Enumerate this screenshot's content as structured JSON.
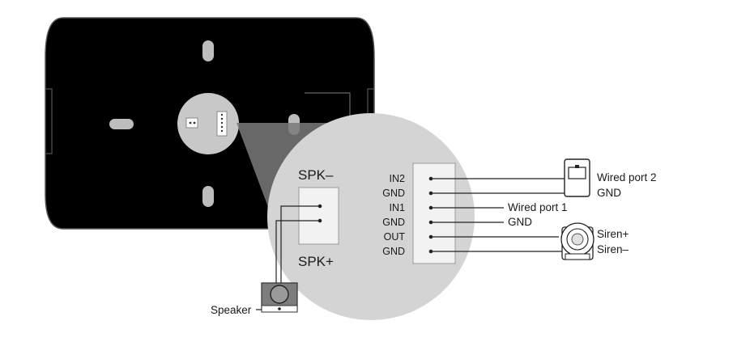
{
  "speaker_connector": {
    "top_label": "SPK–",
    "bottom_label": "SPK+"
  },
  "terminal_pins": [
    "IN2",
    "GND",
    "IN1",
    "GND",
    "OUT",
    "GND"
  ],
  "wire_labels": {
    "wired_port_2": "Wired port 2",
    "gnd_1": "GND",
    "wired_port_1": "Wired port 1",
    "gnd_2": "GND",
    "siren_plus": "Siren+",
    "siren_minus": "Siren–"
  },
  "speaker_label": "Speaker",
  "colors": {
    "device_body": "#000000",
    "zoom_circle": "#d4d4d4",
    "connector": "#f2f2f2",
    "wire": "#222222"
  }
}
